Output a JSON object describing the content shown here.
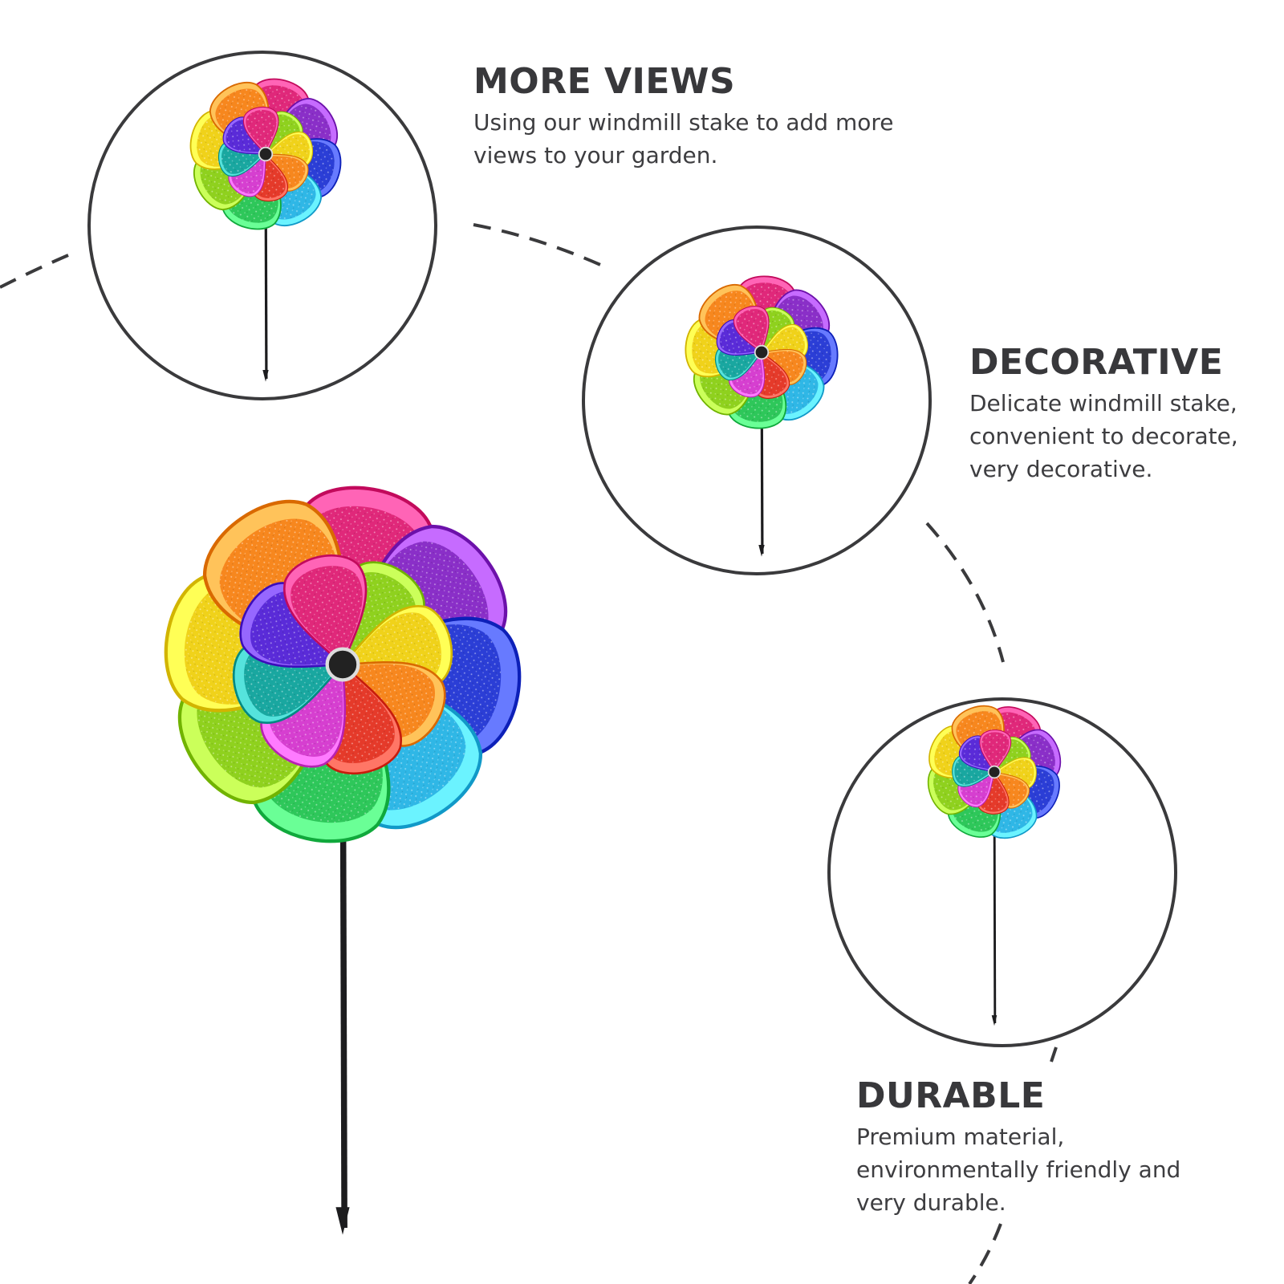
{
  "features": [
    {
      "title": "MORE VIEWS",
      "text": "Using our windmill stake to add more views to your garden."
    },
    {
      "title": "DECORATIVE",
      "text": "Delicate windmill stake, convenient to decorate, very decorative."
    },
    {
      "title": "DURABLE",
      "text": "Premium material, environmentally friendly and very durable."
    }
  ],
  "colors": {
    "text": "#3a3a3c",
    "outline": "#3a3a3c",
    "petal_palette": [
      "#e0287a",
      "#8a2fc8",
      "#2b3ed6",
      "#2fb7e6",
      "#2ec75a",
      "#8fd11e",
      "#f0d21a",
      "#f7871e",
      "#e53a2a",
      "#d63fd0",
      "#19a7a0",
      "#5a2bd8"
    ]
  }
}
